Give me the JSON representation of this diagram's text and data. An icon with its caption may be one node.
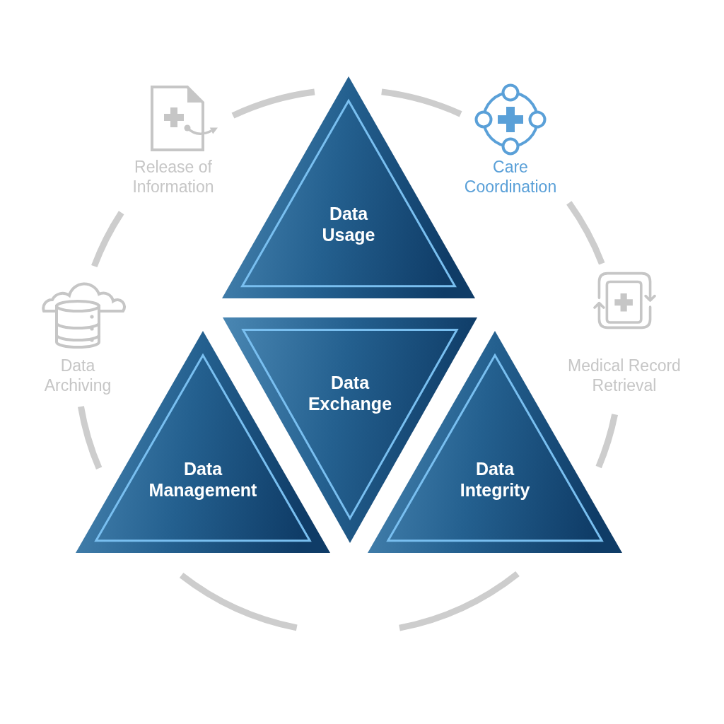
{
  "diagram": {
    "nodes": [
      {
        "text": [
          "Data Usage"
        ]
      },
      {
        "text": [
          "Data Exchange"
        ]
      },
      {
        "text": [
          "Data Management"
        ]
      },
      {
        "text": [
          "Data Integrity"
        ]
      }
    ],
    "labels": [
      "Release of Information",
      "Care Coordination",
      "Data Archiving",
      "Medical Record Retrieval"
    ]
  }
}
